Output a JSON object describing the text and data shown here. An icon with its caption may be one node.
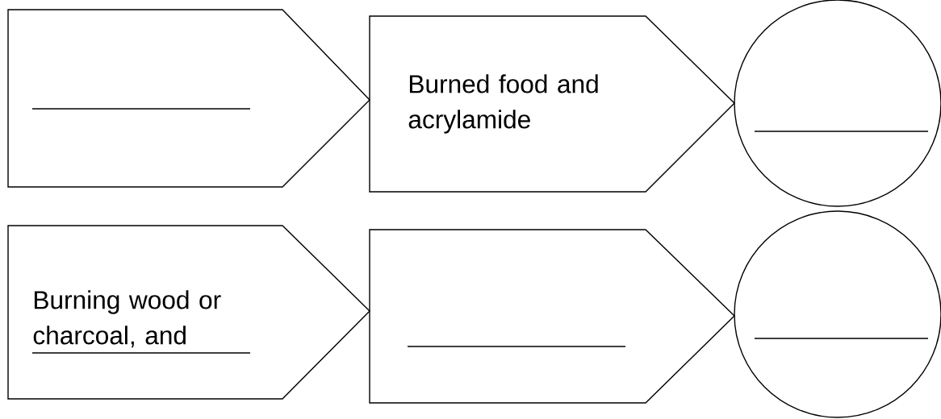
{
  "diagram": {
    "nodes": [
      {
        "text": [],
        "shape": "pentagon"
      },
      {
        "text": [
          "Burned food and acrylamide"
        ]
      },
      {
        "text": [],
        "shape": "circle"
      },
      {
        "text": [
          "Burning wood or charcoal, and"
        ]
      },
      {
        "text": [],
        "shape": "pentagon"
      },
      {
        "text": [],
        "shape": "circle"
      }
    ]
  }
}
